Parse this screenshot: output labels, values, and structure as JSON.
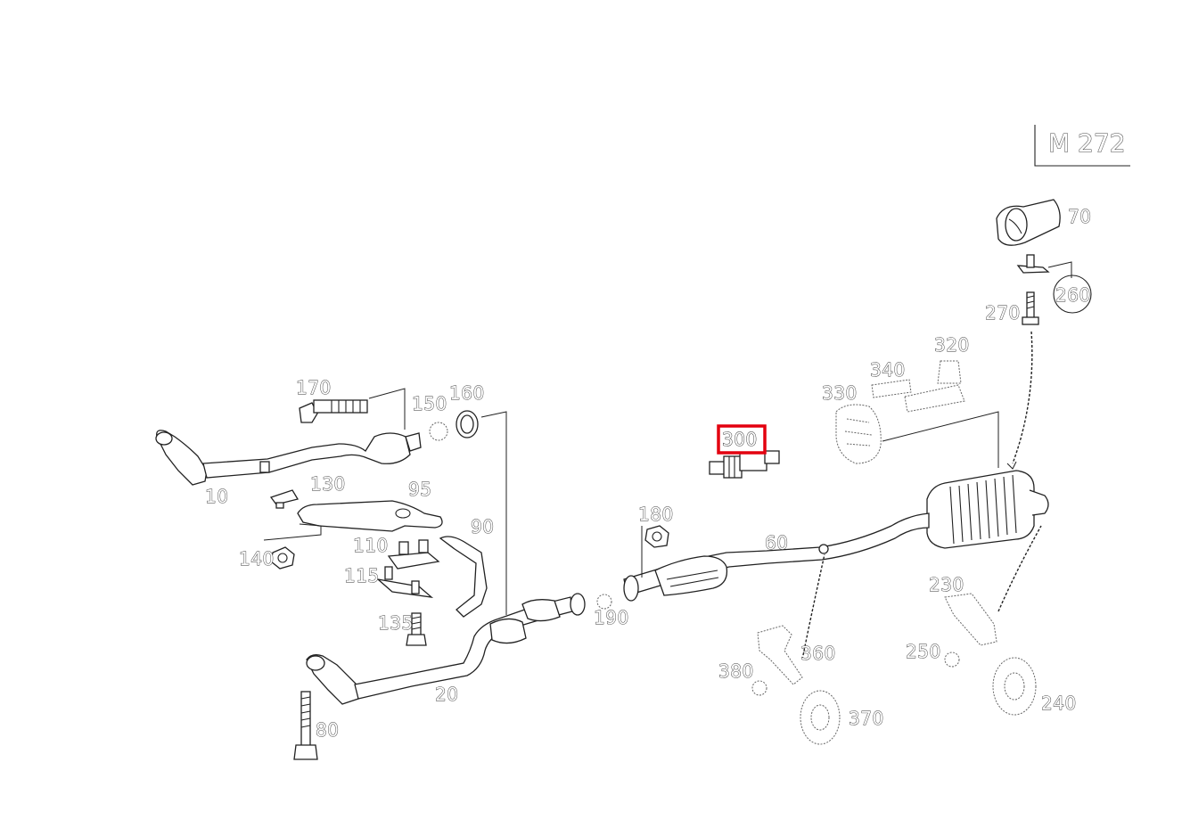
{
  "diagram": {
    "model_label": "M 272",
    "highlight_color": "#e3000f",
    "parts": {
      "p10": "10",
      "p20": "20",
      "p60": "60",
      "p70": "70",
      "p80": "80",
      "p90": "90",
      "p95": "95",
      "p110": "110",
      "p115": "115",
      "p130": "130",
      "p135": "135",
      "p140": "140",
      "p150": "150",
      "p160": "160",
      "p170": "170",
      "p180": "180",
      "p190": "190",
      "p230": "230",
      "p240": "240",
      "p250": "250",
      "p260": "260",
      "p270": "270",
      "p300": "300",
      "p320": "320",
      "p330": "330",
      "p340": "340",
      "p360": "360",
      "p370": "370",
      "p380": "380"
    },
    "highlighted_part": "300"
  }
}
